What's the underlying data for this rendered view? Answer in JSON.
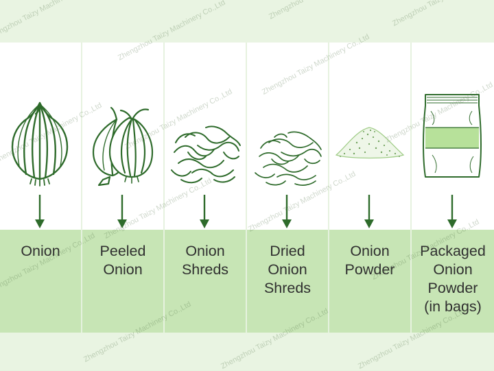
{
  "watermark": "Zhengzhou Taizy Machinery Co.,Ltd",
  "colors": {
    "line_art": "#2e6b2b",
    "arrow": "#2e6b2b",
    "label_band": "#c7e5b5",
    "background": "#e6f2df",
    "bag_band": "#b7e19a"
  },
  "steps": [
    {
      "label": "Onion",
      "icon": "whole-onion-icon"
    },
    {
      "label": "Peeled\nOnion",
      "icon": "peeled-onion-icon"
    },
    {
      "label": "Onion\nShreds",
      "icon": "onion-shreds-icon"
    },
    {
      "label": "Dried\nOnion\nShreds",
      "icon": "dried-shreds-icon"
    },
    {
      "label": "Onion\nPowder",
      "icon": "powder-pile-icon"
    },
    {
      "label": "Packaged\nOnion\nPowder\n(in bags)",
      "icon": "powder-bag-icon"
    }
  ]
}
